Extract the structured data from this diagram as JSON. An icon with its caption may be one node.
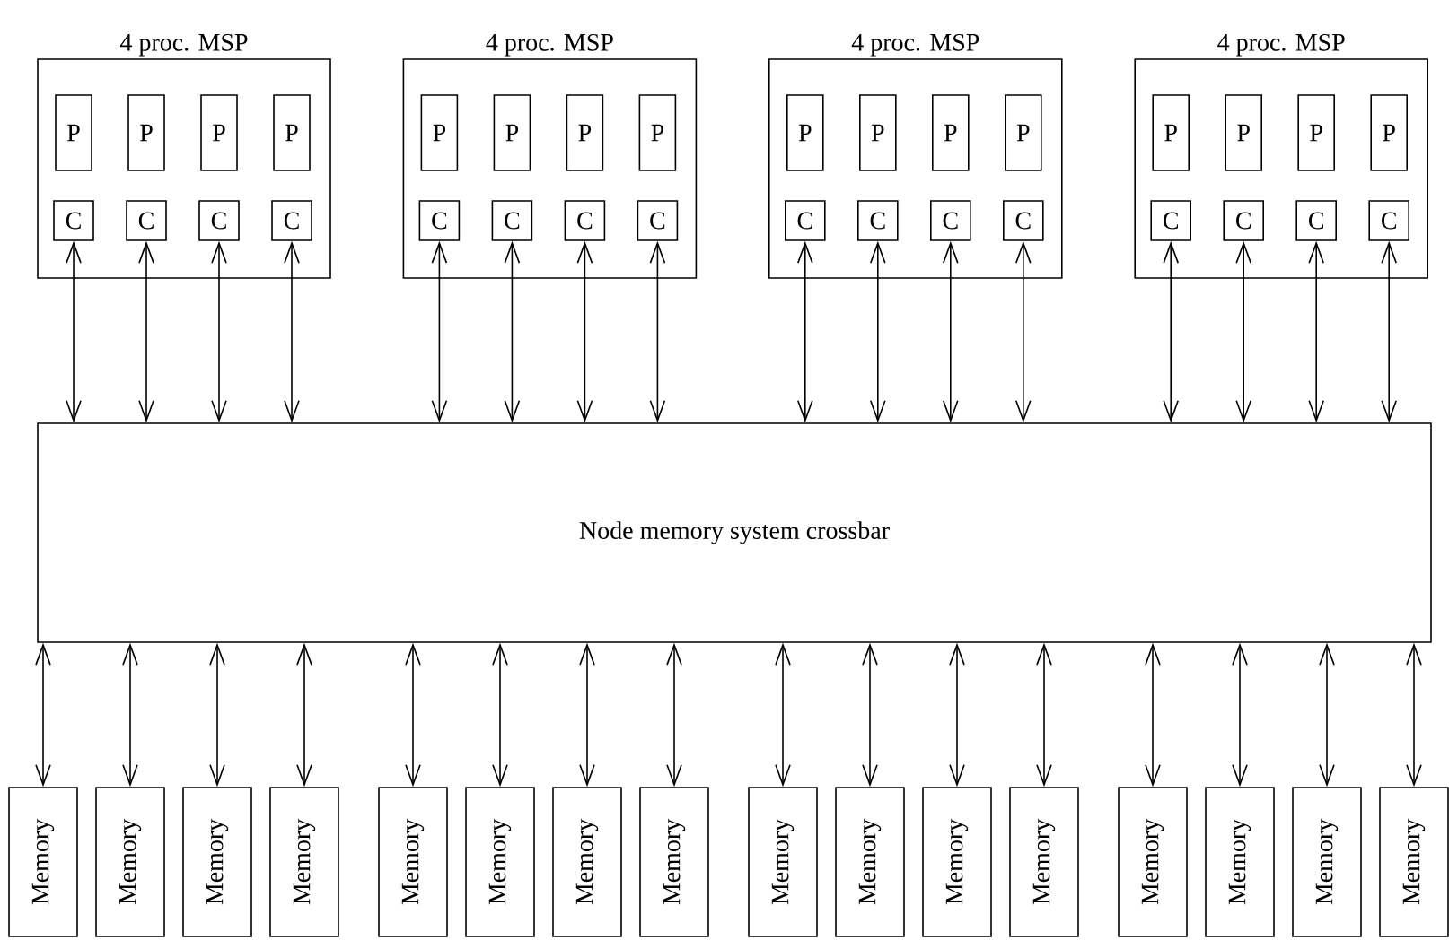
{
  "diagram": {
    "nodes": [
      {
        "text": [
          "4 proc. MSP"
        ]
      },
      {
        "text": [
          "P"
        ],
        "in": 0
      },
      {
        "text": [
          "P"
        ],
        "in": 0
      },
      {
        "text": [
          "P"
        ],
        "in": 0
      },
      {
        "text": [
          "P"
        ],
        "in": 0
      },
      {
        "text": [
          "C"
        ],
        "in": 0
      },
      {
        "text": [
          "C"
        ],
        "in": 0
      },
      {
        "text": [
          "C"
        ],
        "in": 0
      },
      {
        "text": [
          "C"
        ],
        "in": 0
      },
      {
        "text": [
          "4 proc. MSP"
        ]
      },
      {
        "text": [
          "P"
        ],
        "in": 9
      },
      {
        "text": [
          "P"
        ],
        "in": 9
      },
      {
        "text": [
          "P"
        ],
        "in": 9
      },
      {
        "text": [
          "P"
        ],
        "in": 9
      },
      {
        "text": [
          "C"
        ],
        "in": 9
      },
      {
        "text": [
          "C"
        ],
        "in": 9
      },
      {
        "text": [
          "C"
        ],
        "in": 9
      },
      {
        "text": [
          "C"
        ],
        "in": 9
      },
      {
        "text": [
          "4 proc. MSP"
        ]
      },
      {
        "text": [
          "P"
        ],
        "in": 18
      },
      {
        "text": [
          "P"
        ],
        "in": 18
      },
      {
        "text": [
          "P"
        ],
        "in": 18
      },
      {
        "text": [
          "P"
        ],
        "in": 18
      },
      {
        "text": [
          "C"
        ],
        "in": 18
      },
      {
        "text": [
          "C"
        ],
        "in": 18
      },
      {
        "text": [
          "C"
        ],
        "in": 18
      },
      {
        "text": [
          "C"
        ],
        "in": 18
      },
      {
        "text": [
          "4 proc. MSP"
        ]
      },
      {
        "text": [
          "P"
        ],
        "in": 27
      },
      {
        "text": [
          "P"
        ],
        "in": 27
      },
      {
        "text": [
          "P"
        ],
        "in": 27
      },
      {
        "text": [
          "P"
        ],
        "in": 27
      },
      {
        "text": [
          "C"
        ],
        "in": 27
      },
      {
        "text": [
          "C"
        ],
        "in": 27
      },
      {
        "text": [
          "C"
        ],
        "in": 27
      },
      {
        "text": [
          "C"
        ],
        "in": 27
      },
      {
        "text": [
          "Node memory system crossbar"
        ]
      },
      {
        "text": [
          "Memory"
        ]
      },
      {
        "text": [
          "Memory"
        ]
      },
      {
        "text": [
          "Memory"
        ]
      },
      {
        "text": [
          "Memory"
        ]
      },
      {
        "text": [
          "Memory"
        ]
      },
      {
        "text": [
          "Memory"
        ]
      },
      {
        "text": [
          "Memory"
        ]
      },
      {
        "text": [
          "Memory"
        ]
      },
      {
        "text": [
          "Memory"
        ]
      },
      {
        "text": [
          "Memory"
        ]
      },
      {
        "text": [
          "Memory"
        ]
      },
      {
        "text": [
          "Memory"
        ]
      },
      {
        "text": [
          "Memory"
        ]
      },
      {
        "text": [
          "Memory"
        ]
      },
      {
        "text": [
          "Memory"
        ]
      },
      {
        "text": [
          "Memory"
        ]
      }
    ],
    "edges": [
      {
        "from": 5,
        "to": 36,
        "arrow": "both"
      },
      {
        "from": 6,
        "to": 36,
        "arrow": "both"
      },
      {
        "from": 7,
        "to": 36,
        "arrow": "both"
      },
      {
        "from": 8,
        "to": 36,
        "arrow": "both"
      },
      {
        "from": 14,
        "to": 36,
        "arrow": "both"
      },
      {
        "from": 15,
        "to": 36,
        "arrow": "both"
      },
      {
        "from": 16,
        "to": 36,
        "arrow": "both"
      },
      {
        "from": 17,
        "to": 36,
        "arrow": "both"
      },
      {
        "from": 23,
        "to": 36,
        "arrow": "both"
      },
      {
        "from": 24,
        "to": 36,
        "arrow": "both"
      },
      {
        "from": 25,
        "to": 36,
        "arrow": "both"
      },
      {
        "from": 26,
        "to": 36,
        "arrow": "both"
      },
      {
        "from": 32,
        "to": 36,
        "arrow": "both"
      },
      {
        "from": 33,
        "to": 36,
        "arrow": "both"
      },
      {
        "from": 34,
        "to": 36,
        "arrow": "both"
      },
      {
        "from": 35,
        "to": 36,
        "arrow": "both"
      },
      {
        "from": 36,
        "to": 37,
        "arrow": "both"
      },
      {
        "from": 36,
        "to": 38,
        "arrow": "both"
      },
      {
        "from": 36,
        "to": 39,
        "arrow": "both"
      },
      {
        "from": 36,
        "to": 40,
        "arrow": "both"
      },
      {
        "from": 36,
        "to": 41,
        "arrow": "both"
      },
      {
        "from": 36,
        "to": 42,
        "arrow": "both"
      },
      {
        "from": 36,
        "to": 43,
        "arrow": "both"
      },
      {
        "from": 36,
        "to": 44,
        "arrow": "both"
      },
      {
        "from": 36,
        "to": 45,
        "arrow": "both"
      },
      {
        "from": 36,
        "to": 46,
        "arrow": "both"
      },
      {
        "from": 36,
        "to": 47,
        "arrow": "both"
      },
      {
        "from": 36,
        "to": 48,
        "arrow": "both"
      },
      {
        "from": 36,
        "to": 49,
        "arrow": "both"
      },
      {
        "from": 36,
        "to": 50,
        "arrow": "both"
      },
      {
        "from": 36,
        "to": 51,
        "arrow": "both"
      },
      {
        "from": 36,
        "to": 52,
        "arrow": "both"
      }
    ]
  }
}
